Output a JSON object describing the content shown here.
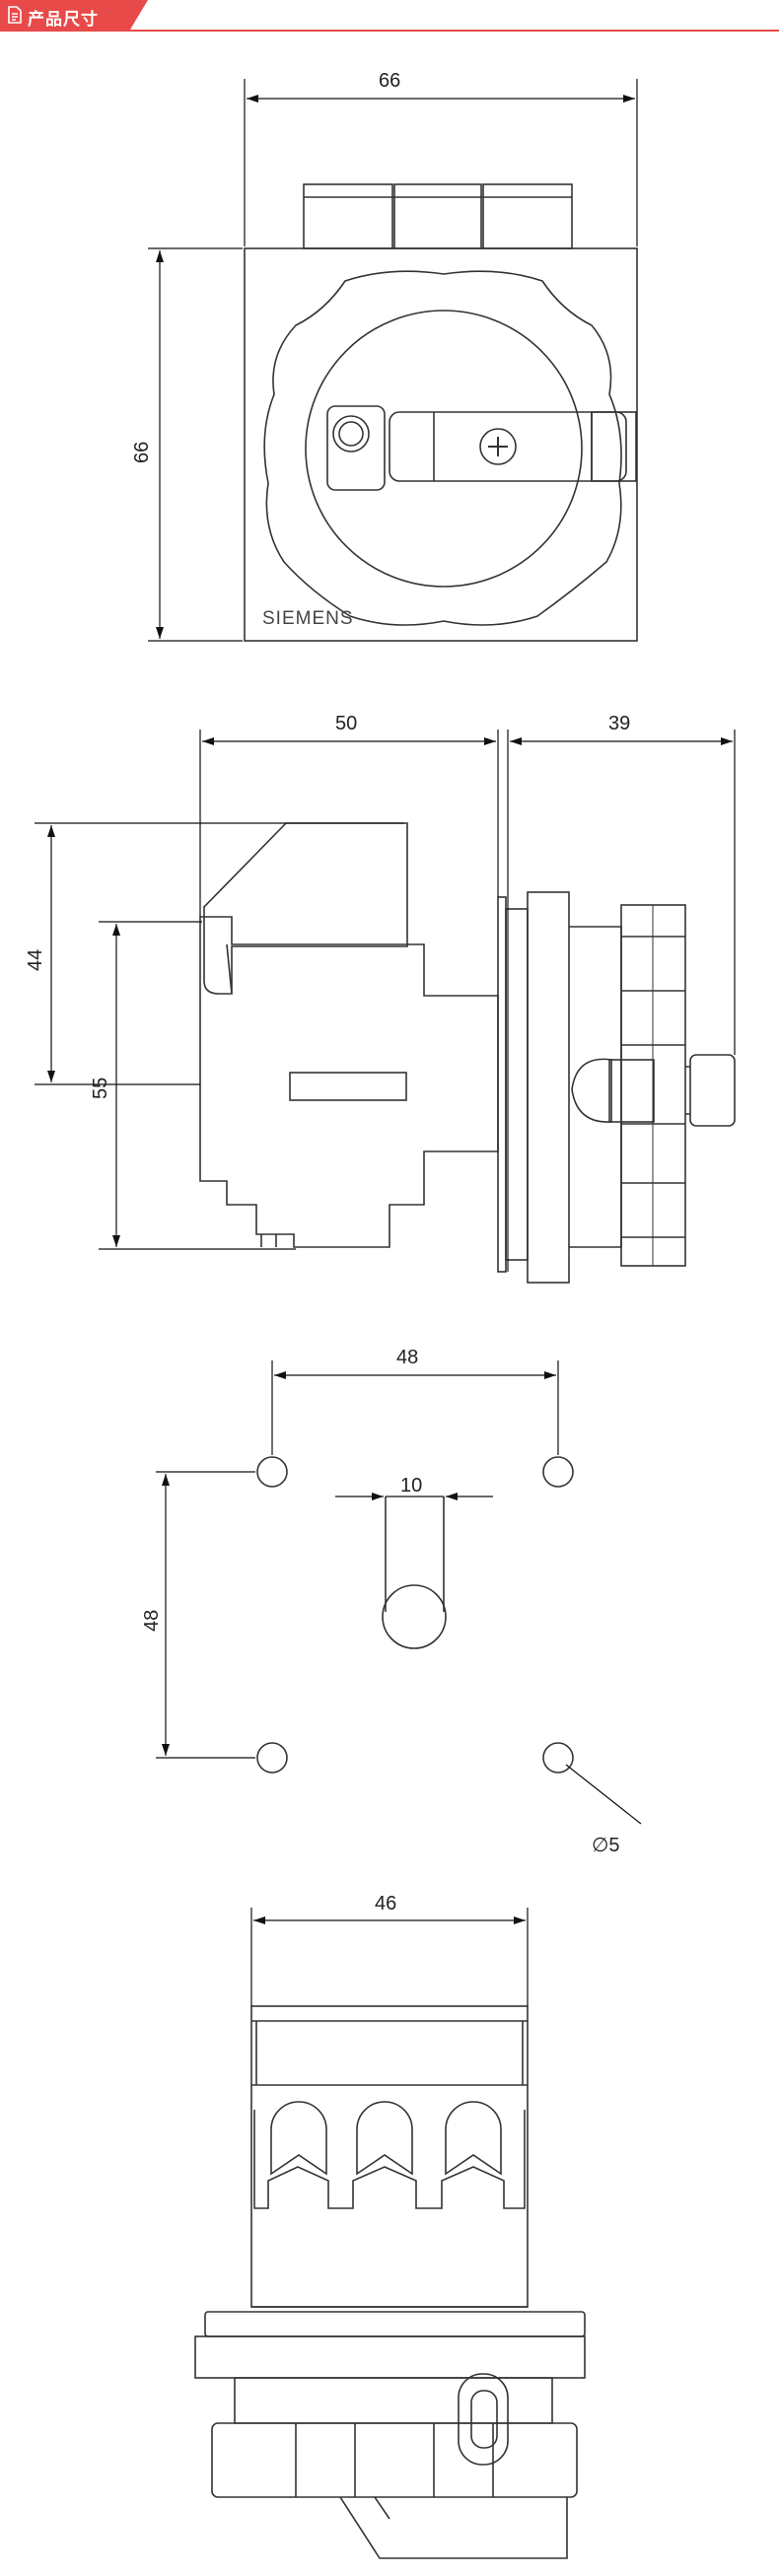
{
  "header": {
    "title": "产品尺寸",
    "accent_color": "#e84a4a",
    "icon": "document-icon"
  },
  "views": {
    "front": {
      "width_label": "66",
      "height_label": "66",
      "brand": "SIEMENS"
    },
    "side": {
      "body_width_label": "50",
      "handle_depth_label": "39",
      "upper_height_label": "44",
      "lower_height_label": "55"
    },
    "mounting": {
      "hole_spacing_x_label": "48",
      "hole_spacing_y_label": "48",
      "shaft_width_label": "10",
      "hole_diameter_label": "∅5"
    },
    "bottom": {
      "width_label": "46"
    }
  }
}
